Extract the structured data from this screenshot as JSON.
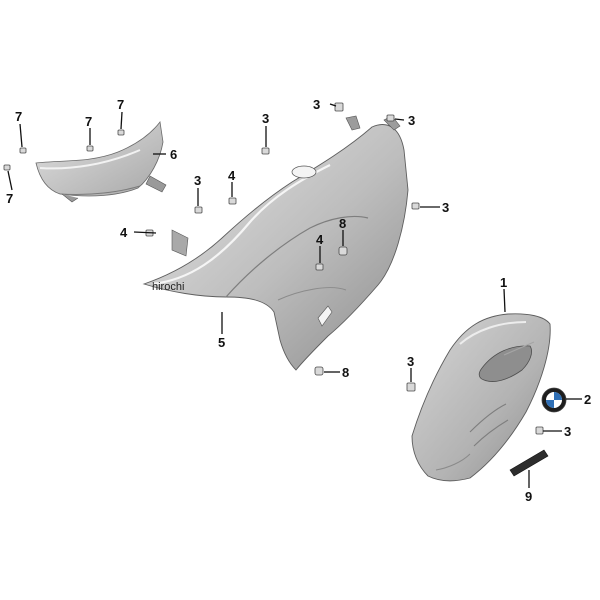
{
  "watermark": "hirochi",
  "part_numbers": {
    "p1": "1",
    "p2": "2",
    "p3": "3",
    "p4": "4",
    "p5": "5",
    "p6": "6",
    "p7": "7",
    "p8": "8",
    "p9": "9"
  },
  "colors": {
    "panel_light": "#c9c9c9",
    "panel_dark": "#8f8f8f",
    "emblem_blue": "#2f6fb5",
    "emblem_black": "#1e1e1e"
  }
}
